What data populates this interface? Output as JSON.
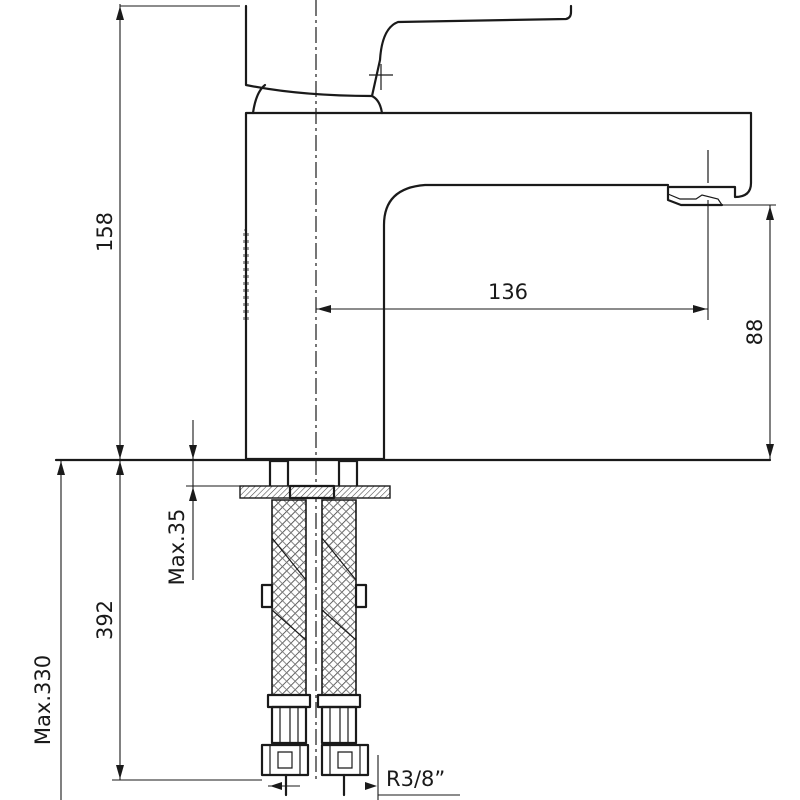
{
  "dimensions": {
    "height_total": "158",
    "spout_reach": "136",
    "spout_height": "88",
    "max_counter_thickness": "Max.35",
    "hose_length": "392",
    "max_below": "Max.330",
    "thread": "R3/8”"
  }
}
